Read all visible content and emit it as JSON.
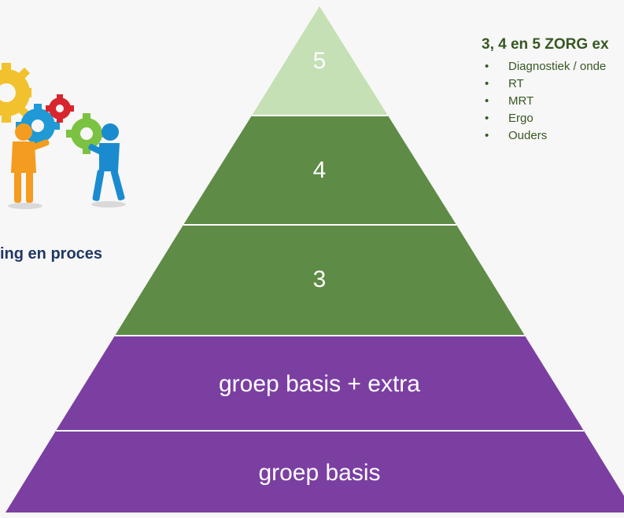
{
  "pyramid": {
    "levels": [
      {
        "label": "5",
        "color": "#c5e0b4"
      },
      {
        "label": "4",
        "color": "#5e8b45"
      },
      {
        "label": "3",
        "color": "#5e8b45"
      },
      {
        "label": "groep basis + extra",
        "color": "#7b3fa2"
      },
      {
        "label": "groep basis",
        "color": "#7b3fa2"
      }
    ],
    "divider_color": "#ffffff"
  },
  "caption": "ing en proces",
  "side_panel": {
    "title": "3, 4 en 5 ZORG ex",
    "items": [
      "Diagnostiek / onde",
      "RT",
      "MRT",
      "Ergo",
      "Ouders"
    ]
  },
  "illustration": {
    "icon": "gears-teamwork-icon",
    "colors": {
      "gear_yellow": "#f2c12e",
      "gear_blue": "#1f9ad6",
      "gear_red": "#d8262f",
      "gear_green": "#7cc242",
      "figure_orange": "#f39c1f",
      "figure_blue": "#1b8bd0"
    }
  }
}
